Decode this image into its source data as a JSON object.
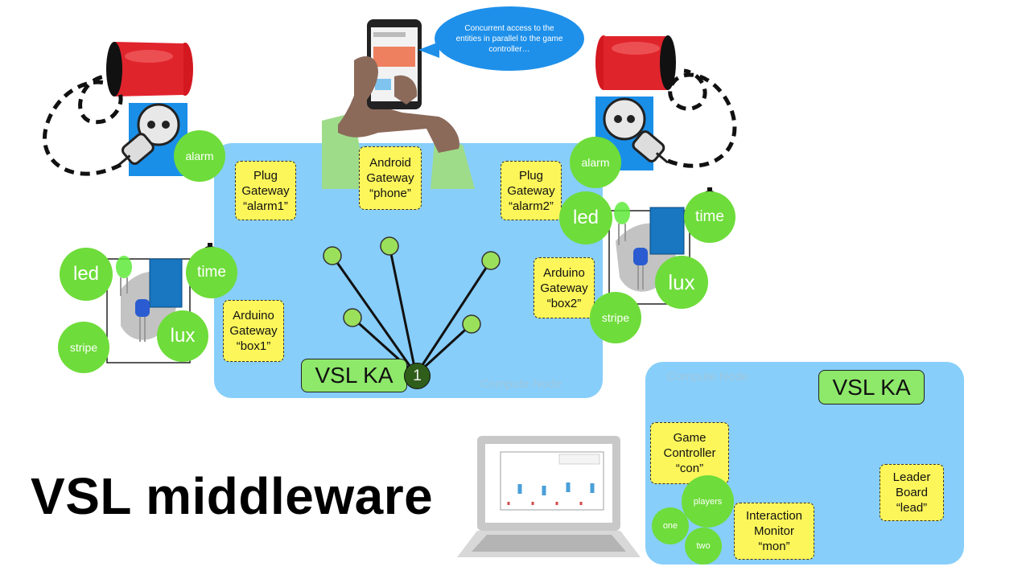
{
  "title": "VSL middleware",
  "bubble_text": "Concurrent access to the entities in parallel to the game controller…",
  "compute_node_label": "Compute Node",
  "ka_label": "VSL KA",
  "ka_badge": "1",
  "gateways": {
    "plug1": "Plug\nGateway\n“alarm1”",
    "android": "Android\nGateway\n“phone”",
    "plug2": "Plug\nGateway\n“alarm2”",
    "box1": "Arduino\nGateway\n“box1”",
    "box2": "Arduino\nGateway\n“box2”",
    "con": "Game\nController\n“con”",
    "mon": "Interaction\nMonitor\n“mon”",
    "lead": "Leader\nBoard\n“lead”"
  },
  "entities": {
    "alarm": "alarm",
    "led": "led",
    "time": "time",
    "lux": "lux",
    "stripe": "stripe",
    "players": "players",
    "one": "one",
    "two": "two"
  },
  "colors": {
    "node": "#87cefa",
    "entity": "#6edc3a",
    "gateway": "#fcf65a",
    "ka": "#8ee86a",
    "bubble": "#1e90ea"
  }
}
